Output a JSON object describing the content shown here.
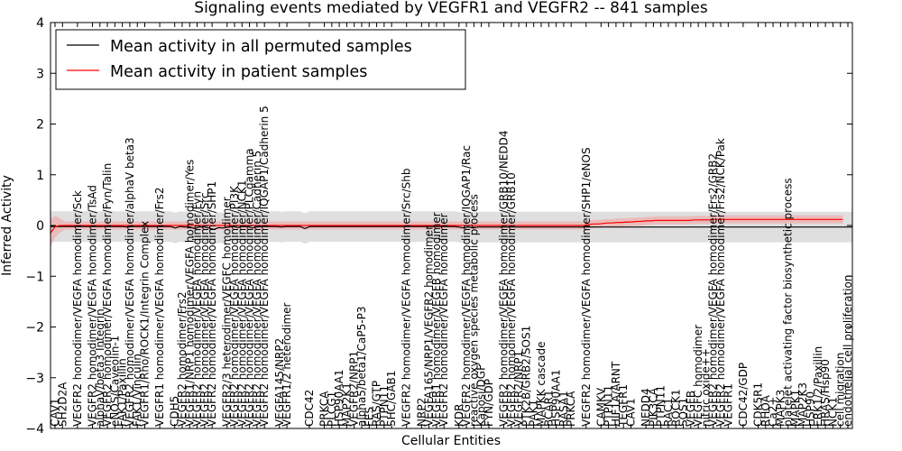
{
  "chart_data": {
    "type": "line",
    "title": "Signaling events mediated by VEGFR1 and VEGFR2 -- 841 samples",
    "xlabel": "Cellular Entities",
    "ylabel": "Inferred Activity",
    "ylim": [
      -4,
      4
    ],
    "yticks": [
      "4",
      "3",
      "2",
      "1",
      "0",
      "−1",
      "−2",
      "−3",
      "−4"
    ],
    "legend_position": "top-left",
    "grid": false,
    "colors": {
      "permuted": "#000000",
      "patient": "#ff0000",
      "patient_band": "#f4a3a3",
      "permuted_band": "#d9d9d9"
    },
    "series": [
      {
        "name": "Mean activity in all permuted samples",
        "values": [
          -0.02,
          -0.02,
          -0.02,
          -0.02,
          -0.02,
          -0.02,
          -0.02,
          -0.02,
          -0.02,
          -0.02,
          -0.02,
          -0.02,
          -0.02,
          -0.02,
          -0.02,
          -0.02,
          -0.03,
          -0.02,
          -0.02,
          -0.02,
          -0.02,
          -0.02,
          -0.02,
          -0.02,
          -0.02,
          -0.02,
          -0.05,
          -0.02,
          -0.03,
          -0.03,
          -0.06,
          -0.03,
          -0.03,
          -0.05,
          -0.08,
          -0.04,
          -0.05,
          -0.03,
          -0.02,
          -0.04,
          -0.02,
          -0.02,
          -0.05,
          -0.03,
          -0.02,
          -0.02,
          -0.02,
          -0.02,
          -0.03,
          -0.02,
          -0.02,
          -0.02,
          -0.02,
          -0.06,
          -0.02,
          -0.02,
          -0.02,
          -0.02,
          -0.02,
          -0.02,
          -0.02,
          -0.02,
          -0.02,
          -0.02,
          -0.02,
          -0.02,
          -0.02,
          -0.02,
          -0.02,
          -0.02,
          -0.02,
          -0.02,
          -0.02,
          -0.02,
          -0.02,
          -0.02,
          -0.02,
          -0.02,
          -0.02,
          -0.02,
          -0.02,
          -0.02,
          -0.02,
          -0.02,
          -0.02,
          -0.03,
          -0.05,
          -0.03,
          -0.05,
          -0.03,
          -0.03,
          -0.03,
          -0.03,
          -0.03,
          -0.03,
          -0.03,
          -0.03,
          -0.03,
          -0.03,
          -0.03,
          -0.03,
          -0.03,
          -0.03,
          -0.03,
          -0.03,
          -0.03,
          -0.03,
          -0.03,
          -0.03,
          -0.03,
          -0.03,
          -0.03,
          -0.03,
          -0.03,
          -0.03,
          -0.03,
          -0.03,
          -0.03,
          -0.03,
          -0.03,
          -0.03,
          -0.03,
          -0.03,
          -0.03,
          -0.03,
          -0.03,
          -0.03,
          -0.03,
          -0.03,
          -0.03,
          -0.03,
          -0.03,
          -0.03,
          -0.03,
          -0.03,
          -0.03,
          -0.03,
          -0.03,
          -0.03,
          -0.03,
          -0.03,
          -0.03,
          -0.03,
          -0.03,
          -0.03,
          -0.03,
          -0.03,
          -0.03,
          -0.03,
          -0.03,
          -0.03,
          -0.03,
          -0.03,
          -0.03,
          -0.03,
          -0.03,
          -0.03,
          -0.03,
          -0.03,
          -0.03,
          -0.03,
          -0.03,
          -0.03,
          -0.03,
          -0.03,
          -0.03,
          -0.03,
          -0.03
        ],
        "band": 0.3
      },
      {
        "name": "Mean activity in patient samples",
        "values": [
          -0.15,
          -0.02,
          0,
          0,
          0,
          0,
          0,
          0,
          0,
          0,
          0,
          0,
          0,
          0,
          0,
          0,
          0,
          0,
          0,
          0,
          0,
          0,
          0,
          0,
          0,
          0,
          0,
          0,
          0,
          0,
          0,
          0,
          0,
          0,
          0,
          0,
          0,
          0,
          0,
          0,
          0,
          0,
          0,
          0,
          0,
          0,
          0,
          0,
          0,
          0,
          0,
          0,
          0,
          0,
          0,
          0,
          0,
          0,
          0,
          0,
          0,
          0,
          0,
          0,
          0,
          0,
          0,
          0,
          0,
          0,
          0,
          0,
          0,
          0,
          0,
          0,
          0,
          0,
          0,
          0,
          0,
          0,
          0,
          0,
          0,
          0,
          0,
          0,
          0,
          0,
          0,
          0,
          0,
          0,
          0,
          0,
          0,
          0,
          0,
          0,
          0,
          0,
          0,
          0,
          0,
          0,
          0,
          0,
          0,
          0,
          0,
          0,
          0.02,
          0.03,
          0.03,
          0.04,
          0.05,
          0.05,
          0.06,
          0.06,
          0.07,
          0.07,
          0.08,
          0.08,
          0.09,
          0.09,
          0.1,
          0.1,
          0.1,
          0.1,
          0.1,
          0.1,
          0.1,
          0.1,
          0.11,
          0.11,
          0.11,
          0.11,
          0.12,
          0.12,
          0.12,
          0.12,
          0.12,
          0.12,
          0.12,
          0.12,
          0.12,
          0.12,
          0.12,
          0.12,
          0.12,
          0.12,
          0.12,
          0.12,
          0.12,
          0.12,
          0.12,
          0.12,
          0.12,
          0.12,
          0.12,
          0.12,
          0.12,
          0.12,
          0.12,
          0.12
        ],
        "band": 0.08
      }
    ],
    "x_tick_labels": [
      {
        "i": 0,
        "label": "CAV1"
      },
      {
        "i": 1,
        "label": "SH2D2A"
      },
      {
        "i": 3,
        "label": "VEGFR2 homodimer/VEGFA homodimer/Sck"
      },
      {
        "i": 5,
        "label": "VEGFR2 homodimer/VEGFA homodimer/TsAd"
      },
      {
        "i": 6,
        "label": "alphaV/beta3 Integrin"
      },
      {
        "i": 7,
        "label": "VEGFR2 homodimer/VEGFA homodimer/Fyn/Talin"
      },
      {
        "i": 8,
        "label": "eNOS/Caveolin-1"
      },
      {
        "i": 9,
        "label": "FAK1/Paxillin"
      },
      {
        "i": 10,
        "label": "VEGFR2 homodimer/VEGFA homodimer/alphaV beta3"
      },
      {
        "i": 11,
        "label": "FAK1/Vinculin"
      },
      {
        "i": 12,
        "label": "VEGFR1/Rho/ROCK1/Integrin Complex"
      },
      {
        "i": 14,
        "label": "VEGFR1 homodimer/VEGFA homodimer/Frs2"
      },
      {
        "i": 16,
        "label": "CDH5"
      },
      {
        "i": 17,
        "label": "VEGFR2 homodimer/Frs2"
      },
      {
        "i": 18,
        "label": "VEGFR1/NRP1 homodimer/VEGFA homodimer/Yes"
      },
      {
        "i": 19,
        "label": "VEGFR2 homodimer/VEGFA homodimer/Fyn"
      },
      {
        "i": 20,
        "label": "VEGFR2 homodimer/VEGFA homodimer/Src"
      },
      {
        "i": 21,
        "label": "VEGFR2 homodimer/VEGFA homodimer/SHP1"
      },
      {
        "i": 23,
        "label": "VEGFR2/3 heterodimer/VEGFC homodimer"
      },
      {
        "i": 24,
        "label": "VEGFR2 homodimer/VEGFA homodimer/PI3K"
      },
      {
        "i": 25,
        "label": "VEGFR2 homodimer/VEGFA homodimer/NCK1"
      },
      {
        "i": 26,
        "label": "VEGFR2 homodimer/VEGFA homodimer/PLCgamma"
      },
      {
        "i": 27,
        "label": "VEGFR2 homodimer/VEGFA homodimer/Cadherin 5"
      },
      {
        "i": 28,
        "label": "VEGFR2 homodimer/VEGFA homodimer/IQGAP1/Cadherin 5"
      },
      {
        "i": 30,
        "label": "VEGFA145/NRP2"
      },
      {
        "i": 31,
        "label": "VEGFR1/2 heterodimer"
      },
      {
        "i": 34,
        "label": "CDC42"
      },
      {
        "i": 36,
        "label": "PRKCA"
      },
      {
        "i": 37,
        "label": "PLCG1"
      },
      {
        "i": 38,
        "label": "HSP90AA1"
      },
      {
        "i": 39,
        "label": "MAP2K1"
      },
      {
        "i": 40,
        "label": "VEGFR2/NRP1"
      },
      {
        "i": 41,
        "label": "alpha5/beta1/CaP5-P3"
      },
      {
        "i": 42,
        "label": "FES"
      },
      {
        "i": 43,
        "label": "RAS/GTP"
      },
      {
        "i": 44,
        "label": "PTPN11"
      },
      {
        "i": 45,
        "label": "SHC/GAB1"
      },
      {
        "i": 47,
        "label": "VEGFR2 homodimer/VEGFA homodimer/Src/Shb"
      },
      {
        "i": 49,
        "label": "NRP2"
      },
      {
        "i": 50,
        "label": "VEGFA165/NRP1/VEGFR2 homodimer"
      },
      {
        "i": 51,
        "label": "VEGFR1 homodimer/VEGFB homodimer"
      },
      {
        "i": 52,
        "label": "VEGFR2 homodimer/VEGFA homodimer"
      },
      {
        "i": 54,
        "label": "KDR"
      },
      {
        "i": 55,
        "label": "VEGFR2 homodimer/VEGFA homodimer/IQGAP1/Rac"
      },
      {
        "i": 56,
        "label": "reactive oxygen species metabolic process"
      },
      {
        "i": 57,
        "label": "Kaposi/DGF"
      },
      {
        "i": 58,
        "label": "FYN/GDP"
      },
      {
        "i": 60,
        "label": "VEGFR2 homodimer/VEGFA homodimer/GRB10/NEDD4"
      },
      {
        "i": 61,
        "label": "VEGFR2 homodimer/VEGFA homodimer/GRB10"
      },
      {
        "i": 62,
        "label": "VEGFR2/NRP1"
      },
      {
        "i": 63,
        "label": "PTK2B/GRB2/SOS1"
      },
      {
        "i": 64,
        "label": "PAK1"
      },
      {
        "i": 65,
        "label": "MAPKK cascade"
      },
      {
        "i": 66,
        "label": "BCAR1"
      },
      {
        "i": 67,
        "label": "HSP90AA1"
      },
      {
        "i": 68,
        "label": "RASA1"
      },
      {
        "i": 69,
        "label": "PRKCA"
      },
      {
        "i": 71,
        "label": "VEGFR2 homodimer/VEGFA homodimer/SHP1/eNOS"
      },
      {
        "i": 73,
        "label": "CAMKV"
      },
      {
        "i": 74,
        "label": "PTPN11"
      },
      {
        "i": 75,
        "label": "HIF1A/ARNT"
      },
      {
        "i": 76,
        "label": "TEGFR1"
      },
      {
        "i": 77,
        "label": "CAV1"
      },
      {
        "i": 79,
        "label": "NEDD4"
      },
      {
        "i": 80,
        "label": "PIK3CA"
      },
      {
        "i": 81,
        "label": "PTPN11"
      },
      {
        "i": 82,
        "label": "RAC1"
      },
      {
        "i": 83,
        "label": "ROCK1"
      },
      {
        "i": 84,
        "label": "SOS1"
      },
      {
        "i": 85,
        "label": "VEGFB"
      },
      {
        "i": 86,
        "label": "VEGFC homodimer"
      },
      {
        "i": 87,
        "label": "nitric oxide++"
      },
      {
        "i": 88,
        "label": "VEGFR2 homodimer/VEGFA homodimer/Frs2/GRB2"
      },
      {
        "i": 89,
        "label": "VEGFR2 homodimer/VEGFA homodimer/Frs2/NCK/Pak"
      },
      {
        "i": 90,
        "label": "VEGFR1"
      },
      {
        "i": 92,
        "label": "CDC42/GDP"
      },
      {
        "i": 94,
        "label": "CDK5R1"
      },
      {
        "i": 95,
        "label": "RHOA"
      },
      {
        "i": 96,
        "label": "Ca2+"
      },
      {
        "i": 97,
        "label": "MAPK3"
      },
      {
        "i": 98,
        "label": "platelet activating factor biosynthetic process"
      },
      {
        "i": 99,
        "label": "MAPK1"
      },
      {
        "i": 100,
        "label": "MAP2K3"
      },
      {
        "i": 101,
        "label": "HSP90"
      },
      {
        "i": 102,
        "label": "ERK1/2/Paxillin"
      },
      {
        "i": 103,
        "label": "HRAS/Hsp90"
      },
      {
        "i": 104,
        "label": "NCK1"
      },
      {
        "i": 105,
        "label": "cell migration"
      },
      {
        "i": 106,
        "label": "endothelial cell proliferation"
      }
    ]
  }
}
